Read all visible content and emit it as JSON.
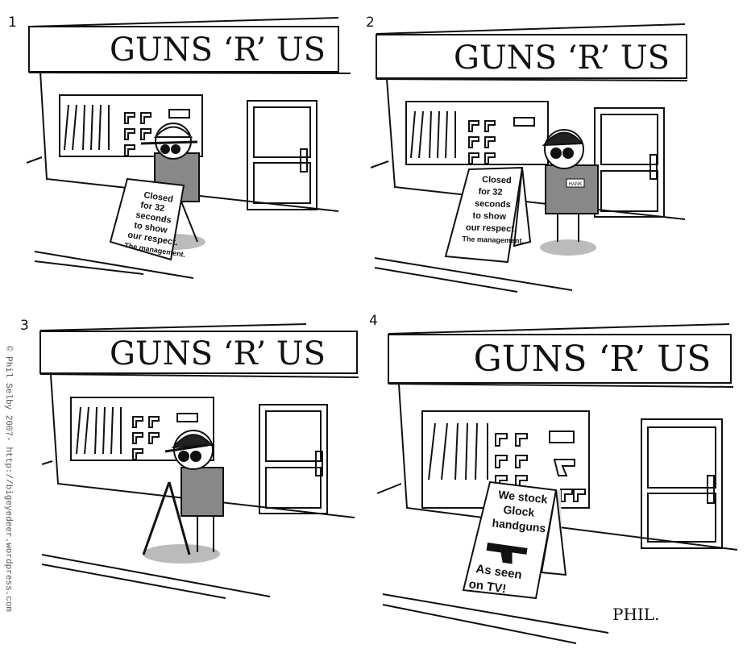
{
  "comic": {
    "copyright": "© Phil Selby 2007- http://bigeyedeer.wordpress.com",
    "signature": "PHIL.",
    "panels": [
      {
        "number": "1",
        "store_sign": "GUNS ‘R’ US",
        "placard_lines": [
          "Closed",
          "for 32",
          "seconds",
          "to show",
          "our respect.",
          "The management."
        ]
      },
      {
        "number": "2",
        "store_sign": "GUNS ‘R’ US",
        "placard_lines": [
          "Closed",
          "for 32",
          "seconds",
          "to show",
          "our respect.",
          "The management."
        ],
        "name_badge": "HANK"
      },
      {
        "number": "3",
        "store_sign": "GUNS ‘R’ US"
      },
      {
        "number": "4",
        "store_sign": "GUNS ‘R’ US",
        "placard_lines": [
          "We stock",
          "Glock",
          "handguns",
          "As seen",
          "on TV!"
        ]
      }
    ]
  }
}
